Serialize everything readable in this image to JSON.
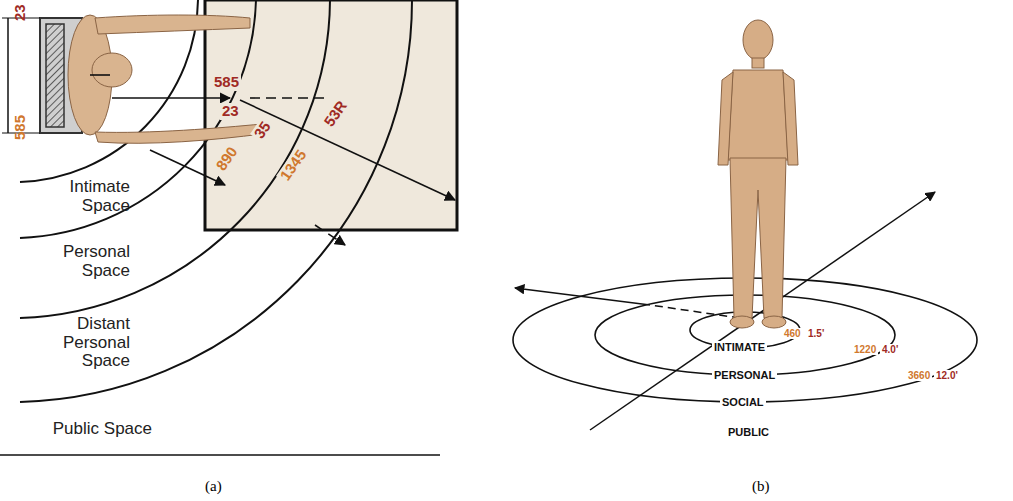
{
  "diagram": {
    "labels": [
      "585",
      "23",
      "585",
      "23",
      "890",
      "35",
      "1345",
      "53R",
      "Intimate Space",
      "Personal Space",
      "Distant Personal Space",
      "Public Space",
      "460",
      "1.5'",
      "1220",
      "4.0'",
      "3660",
      "12.0'",
      "INTIMATE",
      "PERSONAL",
      "SOCIAL",
      "PUBLIC",
      "(a)",
      "(b)"
    ]
  }
}
